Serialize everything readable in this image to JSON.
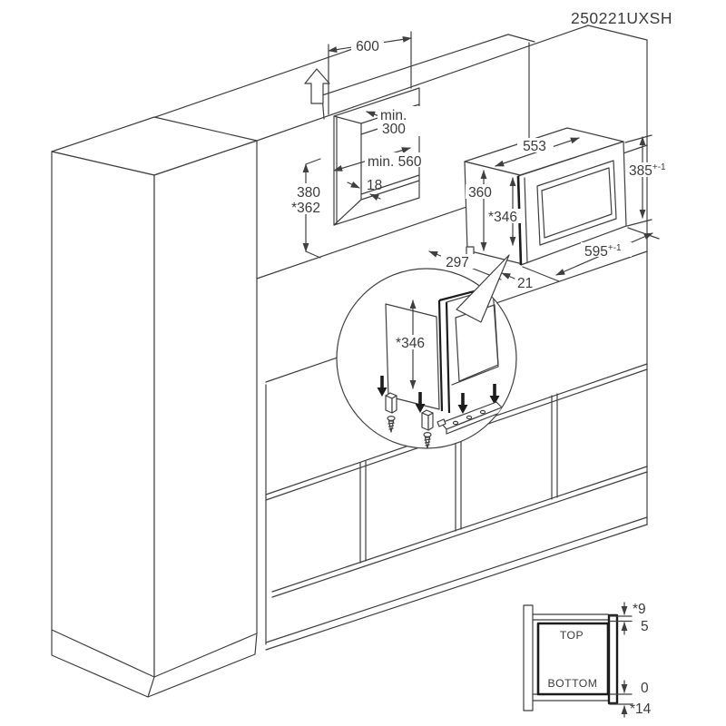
{
  "code": "250221UXSH",
  "colors": {
    "line": "#3f3f3f",
    "text": "#3b3b3b",
    "accent_black": "#1c1c1c"
  },
  "niche_dims": {
    "width_600": "600",
    "min_label": "min.",
    "min_300": "300",
    "min_560": "min. 560",
    "panel_18": "18",
    "height_380": "380",
    "height_362": "*362"
  },
  "microwave_dims": {
    "top_width_553": "553",
    "height_360": "360",
    "height_346": "*346",
    "front_height_385": "385",
    "front_height_tol": "+-1",
    "front_width_595": "595",
    "front_width_tol": "+-1",
    "depth_297": "297",
    "door_21": "21"
  },
  "detail_circle": {
    "height_346": "*346"
  },
  "section_detail": {
    "top_label": "TOP",
    "bottom_label": "BOTTOM",
    "gap_top": "*9",
    "gap_5": "5",
    "gap_0": "0",
    "gap_14": "*14"
  }
}
